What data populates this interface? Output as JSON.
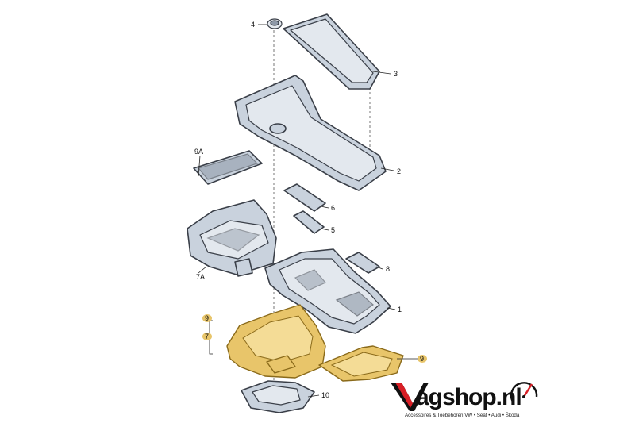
{
  "callouts": {
    "c1": "1",
    "c2": "2",
    "c3": "3",
    "c4": "4",
    "c5": "5",
    "c6": "6",
    "c7": "7",
    "c7a": "7A",
    "c8": "8",
    "c9_top": "9",
    "c9_right": "9",
    "c9a": "9A",
    "c10": "10"
  },
  "logo": {
    "brand": "agshop.nl",
    "tagline": "Accessoires & Toebehoren VW • Seat • Audi • Škoda"
  },
  "colors": {
    "highlight": "#e8c56a",
    "part": "#c9d2dd",
    "outline": "#3a3f48",
    "logo_red": "#d81f26"
  }
}
